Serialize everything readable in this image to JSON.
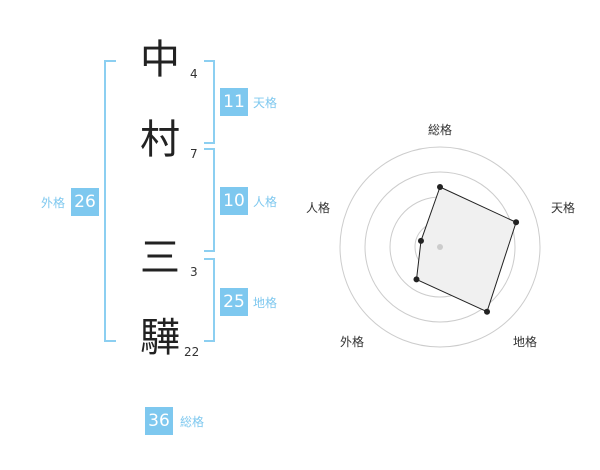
{
  "name": {
    "chars": [
      {
        "char": "中",
        "strokes": "4"
      },
      {
        "char": "村",
        "strokes": "7"
      },
      {
        "char": "三",
        "strokes": "3"
      },
      {
        "char": "驊",
        "strokes": "22"
      }
    ]
  },
  "fortune": {
    "tenkaku": {
      "value": "11",
      "label": "天格"
    },
    "jinkaku": {
      "value": "10",
      "label": "人格"
    },
    "chikaku": {
      "value": "25",
      "label": "地格"
    },
    "gaikaku": {
      "value": "26",
      "label": "外格"
    },
    "soukaku": {
      "value": "36",
      "label": "総格"
    }
  },
  "chart_data": {
    "type": "radar",
    "axes": [
      "総格",
      "天格",
      "地格",
      "外格",
      "人格"
    ],
    "values": [
      3,
      4,
      4,
      2,
      1
    ],
    "max": 4,
    "rings": 4,
    "colors": {
      "fill": "#f0f0f0",
      "stroke": "#222222",
      "ring": "#cccccc",
      "point": "#222222",
      "center": "#cccccc"
    }
  },
  "colors": {
    "accent": "#7ec8ef",
    "bracket": "#8ccff1"
  }
}
